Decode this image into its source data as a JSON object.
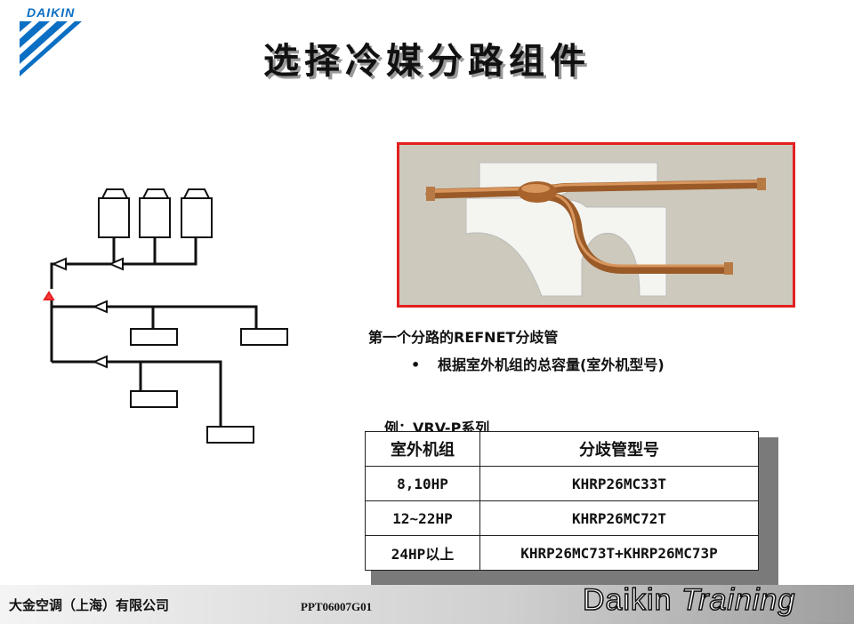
{
  "brand": {
    "logo_text": "DAIKIN",
    "color": "#0b6fc4"
  },
  "slide": {
    "title": "选择冷媒分路组件"
  },
  "description": {
    "caption": "第一个分路的REFNET分歧管",
    "bullet": "根据室外机组的总容量(室外机型号)",
    "bullet_symbol": "•"
  },
  "example_label": "例：VRV-P系列",
  "table": {
    "headers": [
      "室外机组",
      "分歧管型号"
    ],
    "rows": [
      [
        "8,10HP",
        "KHRP26MC33T"
      ],
      [
        "12~22HP",
        "KHRP26MC72T"
      ],
      [
        "24HP以上",
        "KHRP26MC73T+KHRP26MC73P"
      ]
    ]
  },
  "footer": {
    "company": "大金空调（上海）有限公司",
    "code": "PPT06007G01",
    "training_a": "Daikin ",
    "training_b": "Training"
  },
  "colors": {
    "photo_border": "#e32020",
    "marker": "#e32020"
  }
}
